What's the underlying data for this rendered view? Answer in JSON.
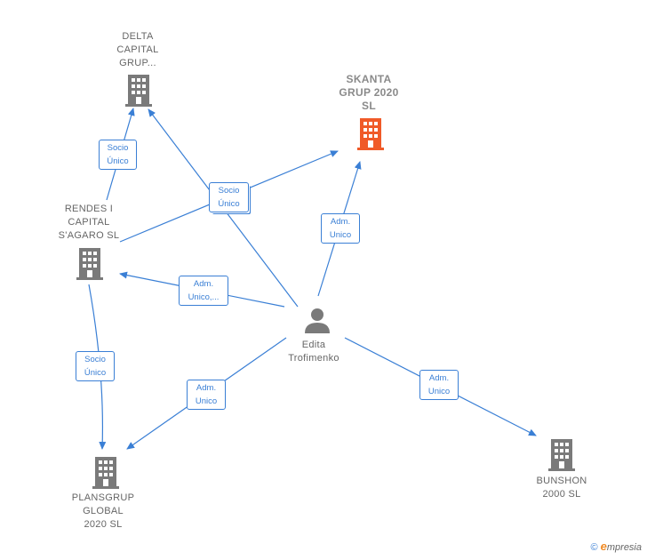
{
  "colors": {
    "edge": "#3a7fd5",
    "building": "#7a7a7a",
    "highlight": "#f05a28"
  },
  "nodes": {
    "delta": {
      "label": "DELTA\nCAPITAL\nGRUP..."
    },
    "skanta": {
      "label": "SKANTA\nGRUP 2020\nSL"
    },
    "rendes": {
      "label": "RENDES I\nCAPITAL\nS'AGARO  SL"
    },
    "edita": {
      "label": "Edita\nTrofimenko"
    },
    "plansgrup": {
      "label": "PLANSGRUP\nGLOBAL\n2020  SL"
    },
    "bunshon": {
      "label": "BUNSHON\n2000 SL"
    }
  },
  "edges": {
    "rendes_delta": "Socio\nÚnico",
    "center_a": "Socio\nÚnico",
    "edita_skanta": "Adm.\nUnico",
    "edita_rendes": "Adm.\nUnico,...",
    "rendes_plansgrup": "Socio\nÚnico",
    "edita_plansgrup": "Adm.\nUnico",
    "edita_bunshon": "Adm.\nUnico"
  },
  "footer": {
    "copyright": "©",
    "brand_e": "e",
    "brand_rest": "mpresia"
  }
}
